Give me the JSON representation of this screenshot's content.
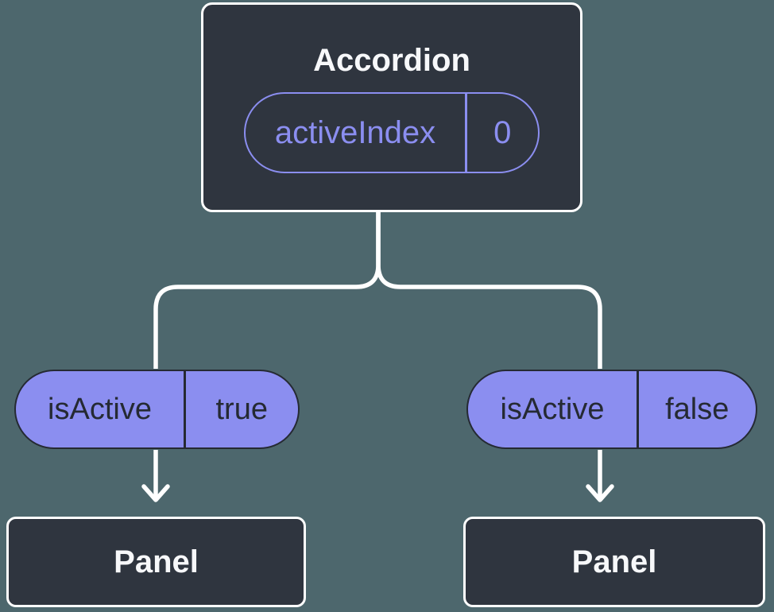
{
  "diagram": {
    "root": {
      "title": "Accordion",
      "state": {
        "name": "activeIndex",
        "value": "0"
      }
    },
    "children": [
      {
        "prop": {
          "name": "isActive",
          "value": "true"
        },
        "label": "Panel"
      },
      {
        "prop": {
          "name": "isActive",
          "value": "false"
        },
        "label": "Panel"
      }
    ]
  },
  "colors": {
    "background": "#4D676D",
    "card_dark": "#2F353F",
    "purple_accent": "#8B8EF0",
    "connector_white": "#FFFFFF",
    "pill_ink": "#252A33",
    "title_text": "#F7F8FA"
  }
}
